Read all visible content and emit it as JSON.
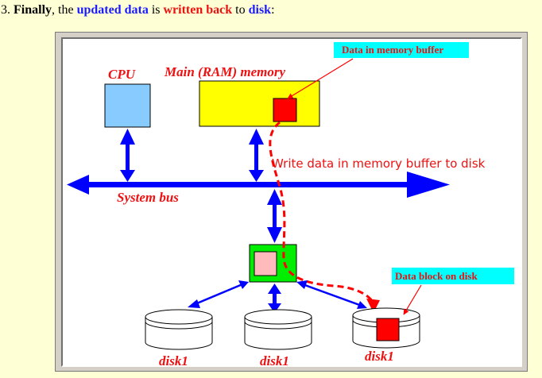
{
  "caption": {
    "number": "3.",
    "finally": "Finally",
    "comma": ",",
    "the": "the",
    "updated_data": "updated data",
    "is": "is",
    "written_back": "written back",
    "to": "to",
    "disk": "disk",
    "colon": ":"
  },
  "diagram": {
    "cpu_label": "CPU",
    "ram_label": "Main (RAM) memory",
    "buffer_callout": "Data in memory buffer",
    "write_label": "Write data in memory buffer to disk",
    "bus_label": "System bus",
    "disk_block_callout": "Data block on disk",
    "disks": [
      "disk1",
      "disk1",
      "disk1"
    ]
  },
  "colors": {
    "page_background": "#ffffd5",
    "caption_blue": "#1a1aff",
    "caption_red": "#ee1111",
    "bus_blue": "#0000ff",
    "cpu_fill": "#88ccff",
    "ram_fill": "#ffff00",
    "controller_fill": "#00ee00",
    "controller_buffer": "#ffbbbb",
    "data_red": "#ff0000",
    "callout_fill": "#00ffff"
  }
}
